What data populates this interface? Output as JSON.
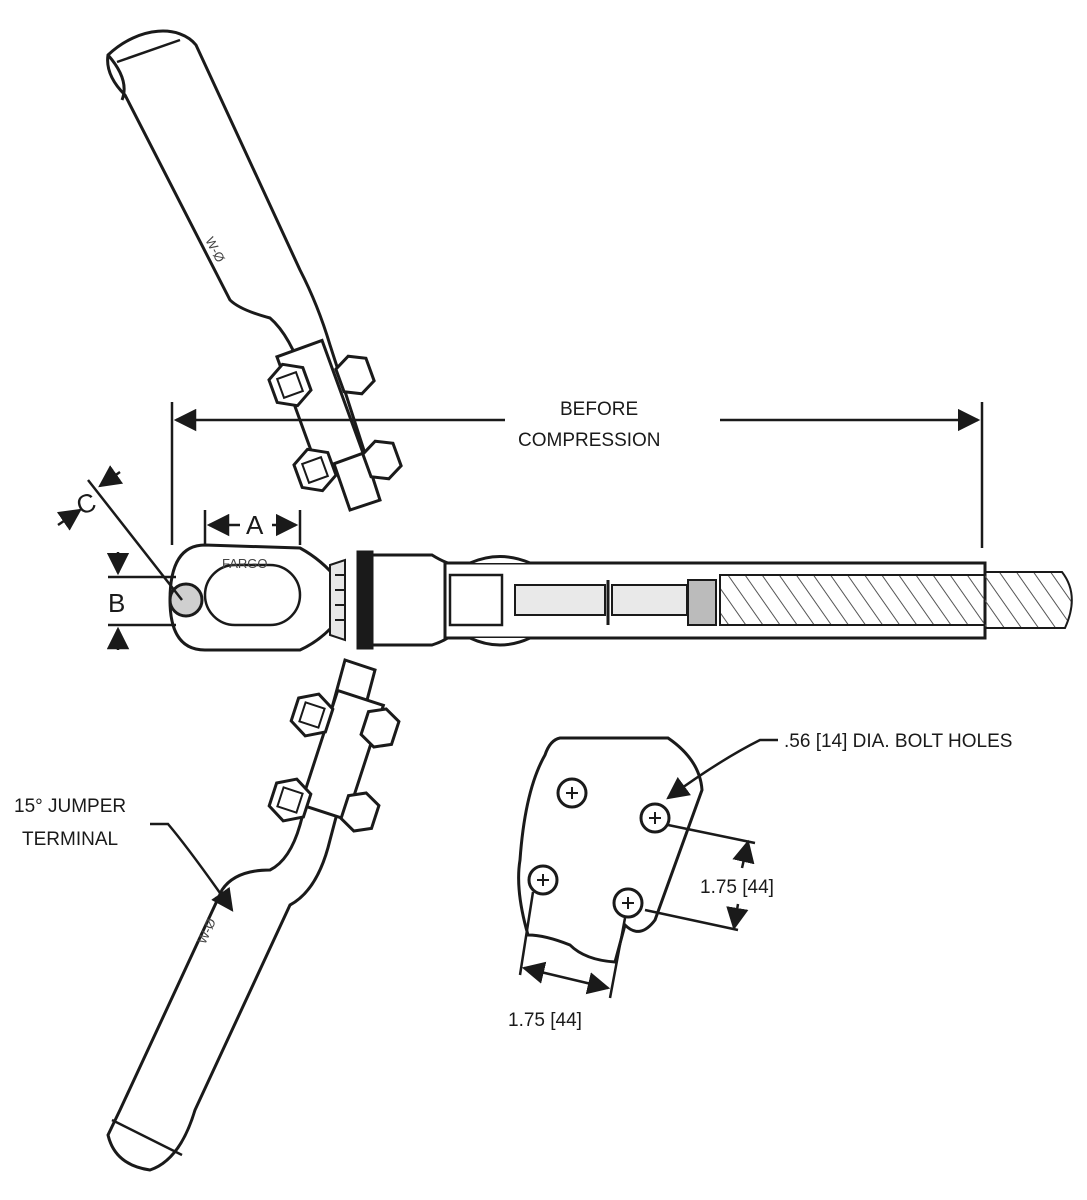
{
  "callouts": {
    "before_line1": "BEFORE",
    "before_line2": "COMPRESSION",
    "jumper_line1": "15° JUMPER",
    "jumper_line2": "TERMINAL",
    "bolt_holes": ".56 [14] DIA. BOLT HOLES",
    "spacing_vertical": "1.75 [44]",
    "spacing_horizontal": "1.75 [44]"
  },
  "dimension_letters": {
    "a": "A",
    "b": "B",
    "c": "C"
  },
  "markings": {
    "eye_brand": "FARGO"
  },
  "colors": {
    "line": "#1a1a1a",
    "fill": "#ffffff",
    "hatch": "#555555",
    "shade": "#d8d8d8"
  }
}
